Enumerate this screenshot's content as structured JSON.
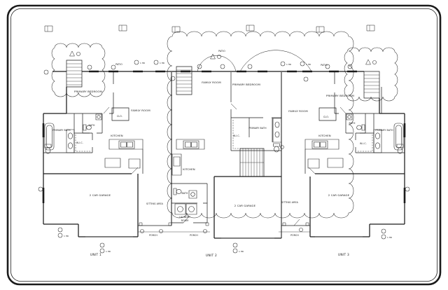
{
  "sheet": {
    "paper_color": "#ffffff",
    "line_color": "#1b1b1b"
  },
  "units": {
    "u1": {
      "unit": "UNIT 1",
      "primary_bedroom": "PRIMARY BEDROOM",
      "primary_bath": "PRIMARY BATH",
      "wic": "W.I.C.",
      "bath": "BATH",
      "clo": "CLO.",
      "kitchen": "KITCHEN",
      "family_room": "FAMILY ROOM",
      "garage": "2 CAR GARAGE",
      "sitting_area": "SITTING AREA",
      "porch": "PORCH"
    },
    "u2": {
      "unit": "UNIT 2",
      "family_room": "FAMILY ROOM",
      "primary_bedroom": "PRIMARY BEDROOM",
      "wic": "W.I.C.",
      "primary_bath": "PRIMARY BATH",
      "kitchen": "KITCHEN",
      "bath": "BATH",
      "laundry_line1": "LAUNDRY",
      "laundry_line2": "ROOM",
      "garage": "2 CAR GARAGE",
      "porch": "PORCH"
    },
    "u3": {
      "unit": "UNIT 3",
      "family_room": "FAMILY ROOM",
      "primary_bedroom": "PRIMARY BEDROOM",
      "wic": "W.I.C.",
      "primary_bath": "PRIMARY BATH",
      "bath": "BATH",
      "clo": "CLO.",
      "kitchen": "KITCHEN",
      "garage": "2 CAR GARAGE",
      "sitting_area": "SITTING AREA",
      "porch": "PORCH"
    }
  },
  "site": {
    "patio_left": "PATIO",
    "patio_center": "PATIO",
    "patio_right": "PATIO"
  },
  "keynotes": {
    "one_hour": "1 HR"
  }
}
